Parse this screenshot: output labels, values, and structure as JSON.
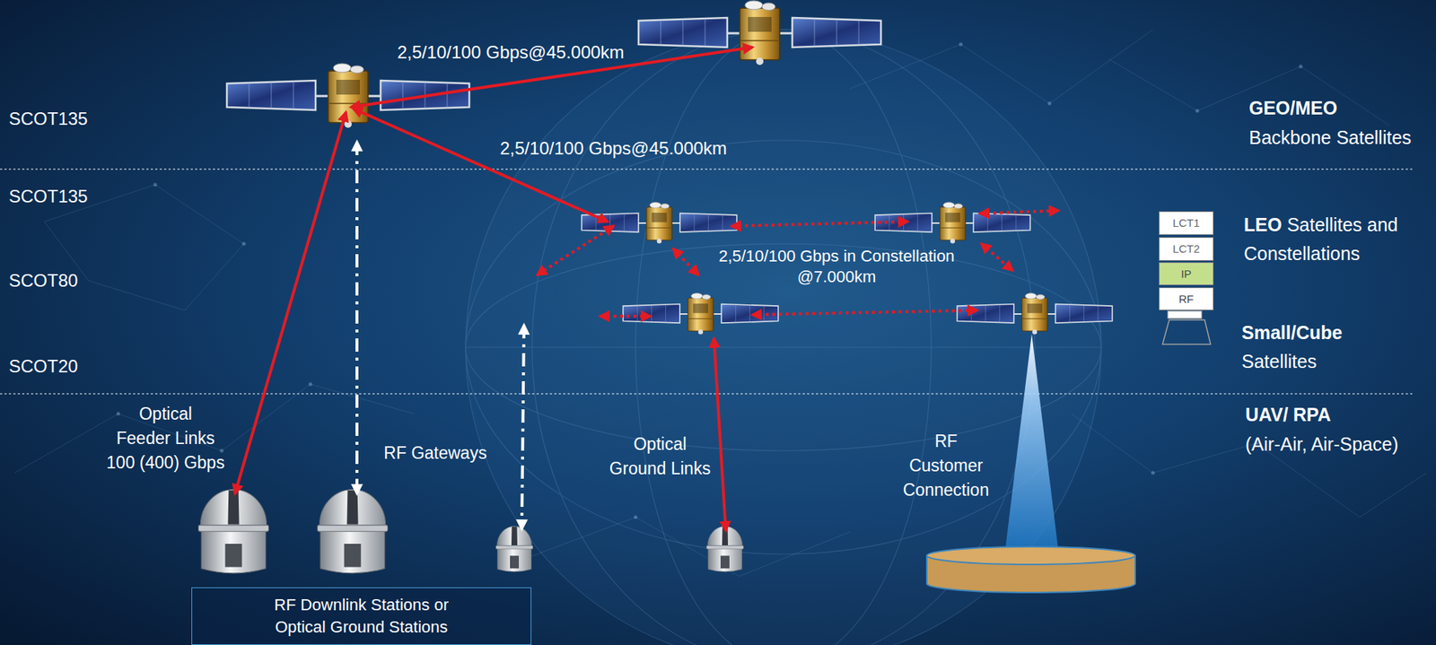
{
  "diagram": {
    "nodes": [
      {
        "text": [
          "LCT1"
        ]
      },
      {
        "text": [
          "LCT2"
        ]
      },
      {
        "text": [
          "IP"
        ]
      },
      {
        "text": [
          "RF"
        ]
      },
      {
        "text": [
          "RF Downlink Stations or Optical Ground Stations"
        ]
      }
    ],
    "labels": [
      "2,5/10/100 Gbps@45.000km",
      "SCOT135",
      "GEO/MEO",
      "Backbone Satellites",
      "2,5/10/100 Gbps@45.000km",
      "SCOT135",
      "LEO",
      "Satellites and Constellations",
      "2,5/10/100 Gbps in Constellation @7.000km",
      "SCOT80",
      "Small/Cube",
      "Satellites",
      "SCOT20",
      "Optical Feeder Links",
      "100 (400) Gbps",
      "RF Gateways",
      "Optical Ground Links",
      "RF Customer Connection",
      "UAV/ RPA",
      "(Air-Air, Air-Space)"
    ]
  }
}
